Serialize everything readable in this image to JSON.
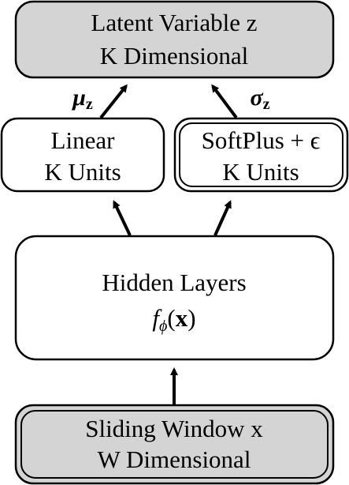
{
  "nodes": {
    "latent": {
      "line1": "Latent Variable z",
      "line2": "K Dimensional",
      "fill": "#d4d4d4"
    },
    "linear": {
      "line1": "Linear",
      "line2": "K Units",
      "fill": "#ffffff"
    },
    "softplus": {
      "line1": "SoftPlus + ϵ",
      "line2": "K Units",
      "fill": "#ffffff"
    },
    "hidden": {
      "line1": "Hidden Layers",
      "func": "f",
      "func_sub": "ϕ",
      "func_arg_open": "(",
      "func_arg": "x",
      "func_arg_close": ")",
      "fill": "#ffffff"
    },
    "input": {
      "line1": "Sliding Window x",
      "line2": "W Dimensional",
      "fill": "#d4d4d4"
    }
  },
  "edge_labels": {
    "mu": {
      "symbol": "μ",
      "sub": "z"
    },
    "sigma": {
      "symbol": "σ",
      "sub": "z"
    }
  },
  "colors": {
    "stroke": "#000000",
    "background": "#ffffff"
  }
}
